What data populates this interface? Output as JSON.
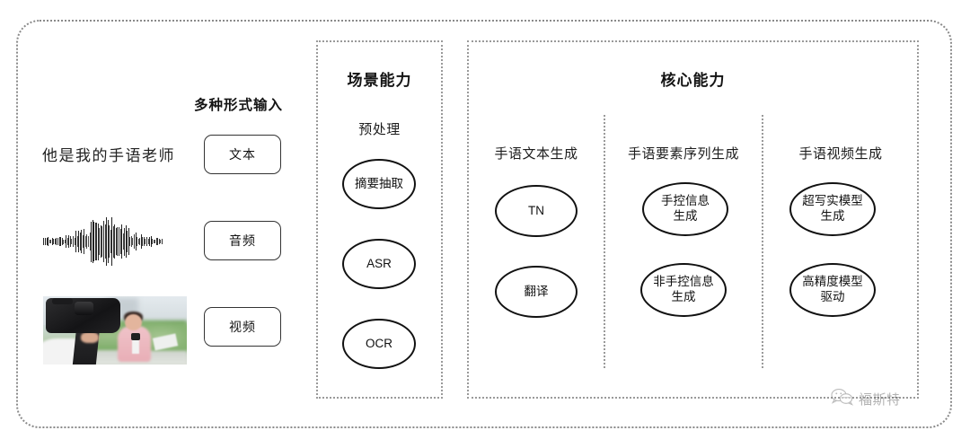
{
  "diagram": {
    "title_hidden": "",
    "input_section": {
      "label": "多种形式输入",
      "sample_text": "他是我的手语老师",
      "chips": [
        {
          "name": "text",
          "label": "文本"
        },
        {
          "name": "audio",
          "label": "音频"
        },
        {
          "name": "video",
          "label": "视频"
        }
      ],
      "waveform_icon": "audio-waveform-icon",
      "video_thumbnail_icon": "video-thumbnail-image"
    },
    "scene_panel": {
      "title": "场景能力",
      "column": {
        "head": "预处理",
        "nodes": [
          "摘要抽取",
          "ASR",
          "OCR"
        ]
      }
    },
    "core_panel": {
      "title": "核心能力",
      "columns": [
        {
          "head": "手语文本生成",
          "nodes": [
            "TN",
            "翻译"
          ]
        },
        {
          "head": "手语要素序列生成",
          "nodes": [
            "手控信息\n生成",
            "非手控信息\n生成"
          ]
        },
        {
          "head": "手语视频生成",
          "nodes": [
            "超写实模型\n生成",
            "高精度模型\n驱动"
          ]
        }
      ]
    },
    "watermark": {
      "icon": "wechat-logo-icon",
      "text": "福斯特"
    },
    "colors": {
      "background": "#ffffff",
      "border_dotted": "#9a9a9a",
      "node_stroke": "#111111",
      "text": "#1a1a1a"
    }
  }
}
